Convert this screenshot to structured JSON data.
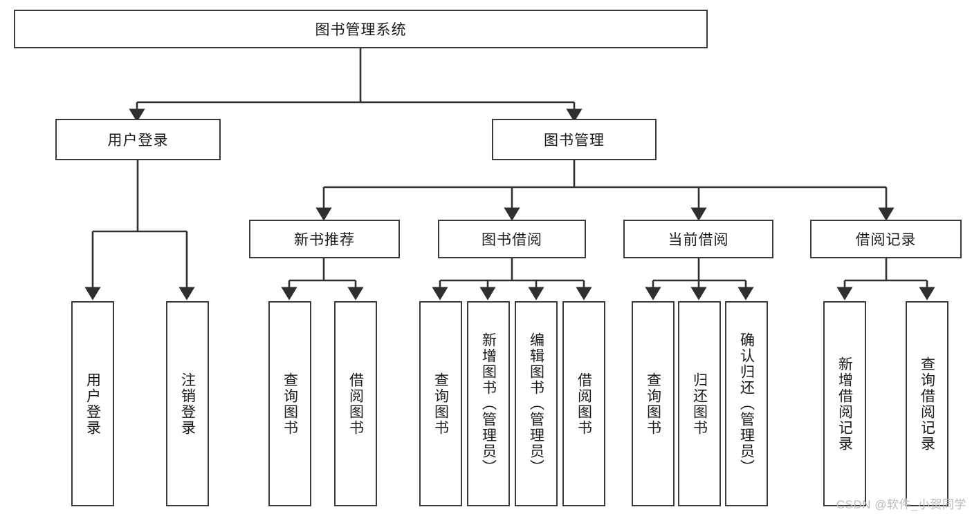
{
  "diagram": {
    "title": "图书管理系统",
    "type": "tree",
    "orientation": "top-down",
    "style": {
      "box_fill": "#ffffff",
      "box_border": "#3a3a3a",
      "edge_color": "#2f2f2f",
      "text_color": "#1a1a1a",
      "background": "#ffffff",
      "watermark_color": "#b9bcc0"
    },
    "root": {
      "id": "root",
      "label": "图书管理系统",
      "orientation": "horizontal"
    },
    "level2": [
      {
        "id": "user-login",
        "label": "用户登录",
        "orientation": "horizontal"
      },
      {
        "id": "book-manage",
        "label": "图书管理",
        "orientation": "horizontal"
      }
    ],
    "level3": [
      {
        "id": "new-book-recommend",
        "label": "新书推荐",
        "orientation": "horizontal",
        "parent": "book-manage"
      },
      {
        "id": "book-borrow",
        "label": "图书借阅",
        "orientation": "horizontal",
        "parent": "book-manage"
      },
      {
        "id": "current-borrow",
        "label": "当前借阅",
        "orientation": "horizontal",
        "parent": "book-manage"
      },
      {
        "id": "borrow-record",
        "label": "借阅记录",
        "orientation": "horizontal",
        "parent": "book-manage"
      }
    ],
    "leaves": [
      {
        "id": "leaf-user-login",
        "label": "用户登录",
        "parent": "user-login"
      },
      {
        "id": "leaf-logout-login",
        "label": "注销登录",
        "parent": "user-login"
      },
      {
        "id": "leaf-query-book-1",
        "label": "查询图书",
        "parent": "new-book-recommend"
      },
      {
        "id": "leaf-borrow-book-1",
        "label": "借阅图书",
        "parent": "new-book-recommend"
      },
      {
        "id": "leaf-query-book-2",
        "label": "查询图书",
        "parent": "book-borrow"
      },
      {
        "id": "leaf-add-book",
        "label": "新增图书（管理员）",
        "parent": "book-borrow"
      },
      {
        "id": "leaf-edit-book",
        "label": "编辑图书（管理员）",
        "parent": "book-borrow"
      },
      {
        "id": "leaf-borrow-book-2",
        "label": "借阅图书",
        "parent": "book-borrow"
      },
      {
        "id": "leaf-query-book-3",
        "label": "查询图书",
        "parent": "current-borrow"
      },
      {
        "id": "leaf-return-book",
        "label": "归还图书",
        "parent": "current-borrow"
      },
      {
        "id": "leaf-confirm-return",
        "label": "确认归还（管理员）",
        "parent": "current-borrow"
      },
      {
        "id": "leaf-add-record",
        "label": "新增借阅记录",
        "parent": "borrow-record"
      },
      {
        "id": "leaf-query-record",
        "label": "查询借阅记录",
        "parent": "borrow-record"
      }
    ]
  },
  "watermark": {
    "text": "CSDN @软件_小贺同学"
  }
}
